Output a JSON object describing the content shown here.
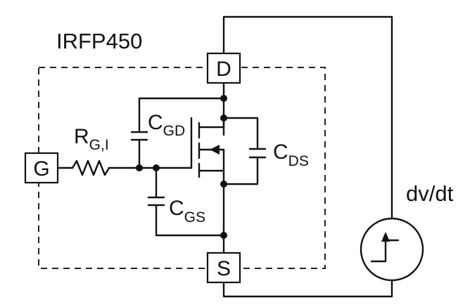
{
  "device": {
    "name": "IRFP450"
  },
  "terminals": {
    "gate": "G",
    "drain": "D",
    "source": "S"
  },
  "components": {
    "gate_resistor": {
      "main": "R",
      "sub": "G,I"
    },
    "cgd": {
      "main": "C",
      "sub": "GD"
    },
    "cgs": {
      "main": "C",
      "sub": "GS"
    },
    "cds": {
      "main": "C",
      "sub": "DS"
    }
  },
  "source": {
    "label": "dv/dt"
  }
}
